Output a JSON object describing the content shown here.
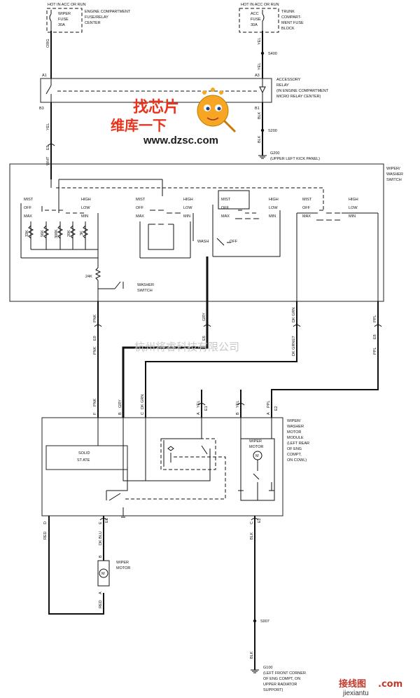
{
  "fuse_left": {
    "header": "HOT IN ACC OR RUN",
    "line1": "WIPER",
    "line2": "FUSE",
    "line3": "30A",
    "loc1": "ENGINE COMPARTMENT",
    "loc2": "FUSE/RELAY",
    "loc3": "CENTER",
    "wire": "ORG"
  },
  "fuse_right": {
    "header": "HOT IN ACC OR RUN",
    "line1": "ACC",
    "line2": "FUSE",
    "line3": "30A",
    "loc1": "TRUNK",
    "loc2": "COMPART-",
    "loc3": "MENT FUSE",
    "loc4": "BLOCK",
    "wire": "YEL",
    "splice": "S400"
  },
  "relay": {
    "pin_a1": "A1",
    "pin_a3": "A3",
    "pin_b3": "B3",
    "pin_b1": "B1",
    "label1": "ACCESSORY",
    "label2": "RELAY",
    "label3": "(IN ENGINE COMPARTMENT",
    "label4": "MICRO RELAY CENTER)",
    "wire_left": "YEL",
    "wire_right": "BLK",
    "splice": "S200",
    "ground_wire": "BLK",
    "ground": "G200",
    "ground_loc": "(UPPER LEFT KICK PANEL)"
  },
  "switch_input": {
    "conn": "E5",
    "wire": "WHT"
  },
  "switch_box": {
    "label1": "WIPER/",
    "label2": "WASHER",
    "label3": "SWITCH"
  },
  "switch_sections": [
    {
      "mist": "MIST",
      "off": "OFF",
      "max": "MAX",
      "high": "HIGH",
      "low": "LOW",
      "min": "MIN"
    },
    {
      "mist": "MIST",
      "off": "OFF",
      "max": "MAX",
      "high": "HIGH",
      "low": "LOW",
      "min": "MIN"
    },
    {
      "mist": "MIST",
      "off": "OFF",
      "max": "MAX",
      "high": "HIGH",
      "low": "LOW",
      "min": "MIN"
    },
    {
      "mist": "MIST",
      "off": "OFF",
      "max": "MAX",
      "high": "HIGH",
      "low": "LOW",
      "min": "MIN"
    }
  ],
  "resistors": [
    "33K",
    "56K",
    "300K",
    "20K",
    "3K"
  ],
  "r24k": "24K",
  "washer_switch": {
    "line1": "WASHER",
    "line2": "SWITCH"
  },
  "wash": {
    "wash": "WASH",
    "off": "OFF"
  },
  "harness": {
    "pnk": "PNK",
    "e9": "E9",
    "gry": "GRY",
    "e6": "E6",
    "dkgrn": "DK GRN",
    "e7": "E7",
    "ppl": "PPL",
    "e8": "E8"
  },
  "watermark": "杭州将睿科技有限公司",
  "module_pins": {
    "f": "F",
    "pnk": "PNK",
    "b": "B",
    "gry": "GRY",
    "c": "C",
    "dkgrn": "DK GRN",
    "a": "A",
    "yel": "YEL",
    "e1": "E1",
    "b2": "B",
    "yel2": "YEL",
    "a2": "A",
    "ppl": "PPL",
    "e2": "E2"
  },
  "module": {
    "label1": "WIPER/",
    "label2": "WASHER",
    "label3": "MOTOR",
    "label4": "MODULE",
    "label5": "(LEFT REAR",
    "label6": "OF ENG",
    "label7": "COMPT,",
    "label8": "ON COWL)",
    "solid1": "SOLID",
    "solid2": "ST ATE",
    "motor1": "WIPER",
    "motor2": "MOTOR"
  },
  "bottom_pins": {
    "d": "D",
    "red": "RED",
    "e": "E",
    "dkblu": "DK BLU",
    "e1": "E1",
    "c": "C",
    "blk": "BLK",
    "e2": "E2"
  },
  "ext_motor": {
    "b": "B",
    "a": "A",
    "red": "RED",
    "label1": "WIPER",
    "label2": "MOTOR"
  },
  "ground_bottom": {
    "splice": "S907",
    "wire": "BLK",
    "ground": "G100",
    "loc1": "(LEFT FRONT CORNER",
    "loc2": "OF ENG COMPT, ON",
    "loc3": "UPPER RADIATOR",
    "loc4": "SUPPORT)"
  },
  "logo": {
    "line1": "找芯片",
    "line2": "维库一下",
    "url": "www.dzsc.com"
  },
  "brand": {
    "text": "接线图",
    "suffix": ".com",
    "site": "jiexiantu"
  }
}
